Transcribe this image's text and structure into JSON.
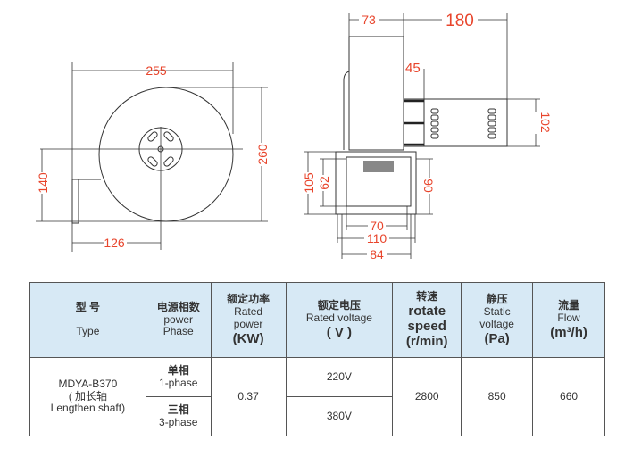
{
  "drawing": {
    "front_view": {
      "width": "255",
      "height": "260",
      "center_height": "140",
      "center_offset": "126"
    },
    "side_view": {
      "housing_depth": "73",
      "motor_length": "180",
      "motor_offset": "45",
      "motor_diameter": "102",
      "base_height": "105",
      "hole_height": "62",
      "flange_height": "90",
      "hole_spacing": "70",
      "base_width": "110",
      "outlet_width": "84"
    }
  },
  "table": {
    "headers": [
      {
        "zh": "型  号",
        "en": "Type"
      },
      {
        "zh": "电源相数",
        "en1": "power",
        "en2": "Phase"
      },
      {
        "zh": "额定功率",
        "en1": "Rated",
        "en2": "power",
        "unit": "(KW)"
      },
      {
        "zh": "额定电压",
        "en": "Rated voltage",
        "unit": "( V )"
      },
      {
        "zh": "转速",
        "en1": "rotate",
        "en2": "speed",
        "unit": "(r/min)"
      },
      {
        "zh": "静压",
        "en1": "Static",
        "en2": "voltage",
        "unit": "(Pa)"
      },
      {
        "zh": "流量",
        "en": "Flow",
        "unit": "(m³/h)"
      }
    ],
    "row": {
      "type1": "MDYA-B370",
      "type2": "( 加长轴",
      "type3": "Lengthen shaft)",
      "phase1_zh": "单相",
      "phase1_en": "1-phase",
      "phase3_zh": "三相",
      "phase3_en": "3-phase",
      "power": "0.37",
      "voltage1": "220V",
      "voltage3": "380V",
      "speed": "2800",
      "static": "850",
      "flow": "660"
    }
  }
}
